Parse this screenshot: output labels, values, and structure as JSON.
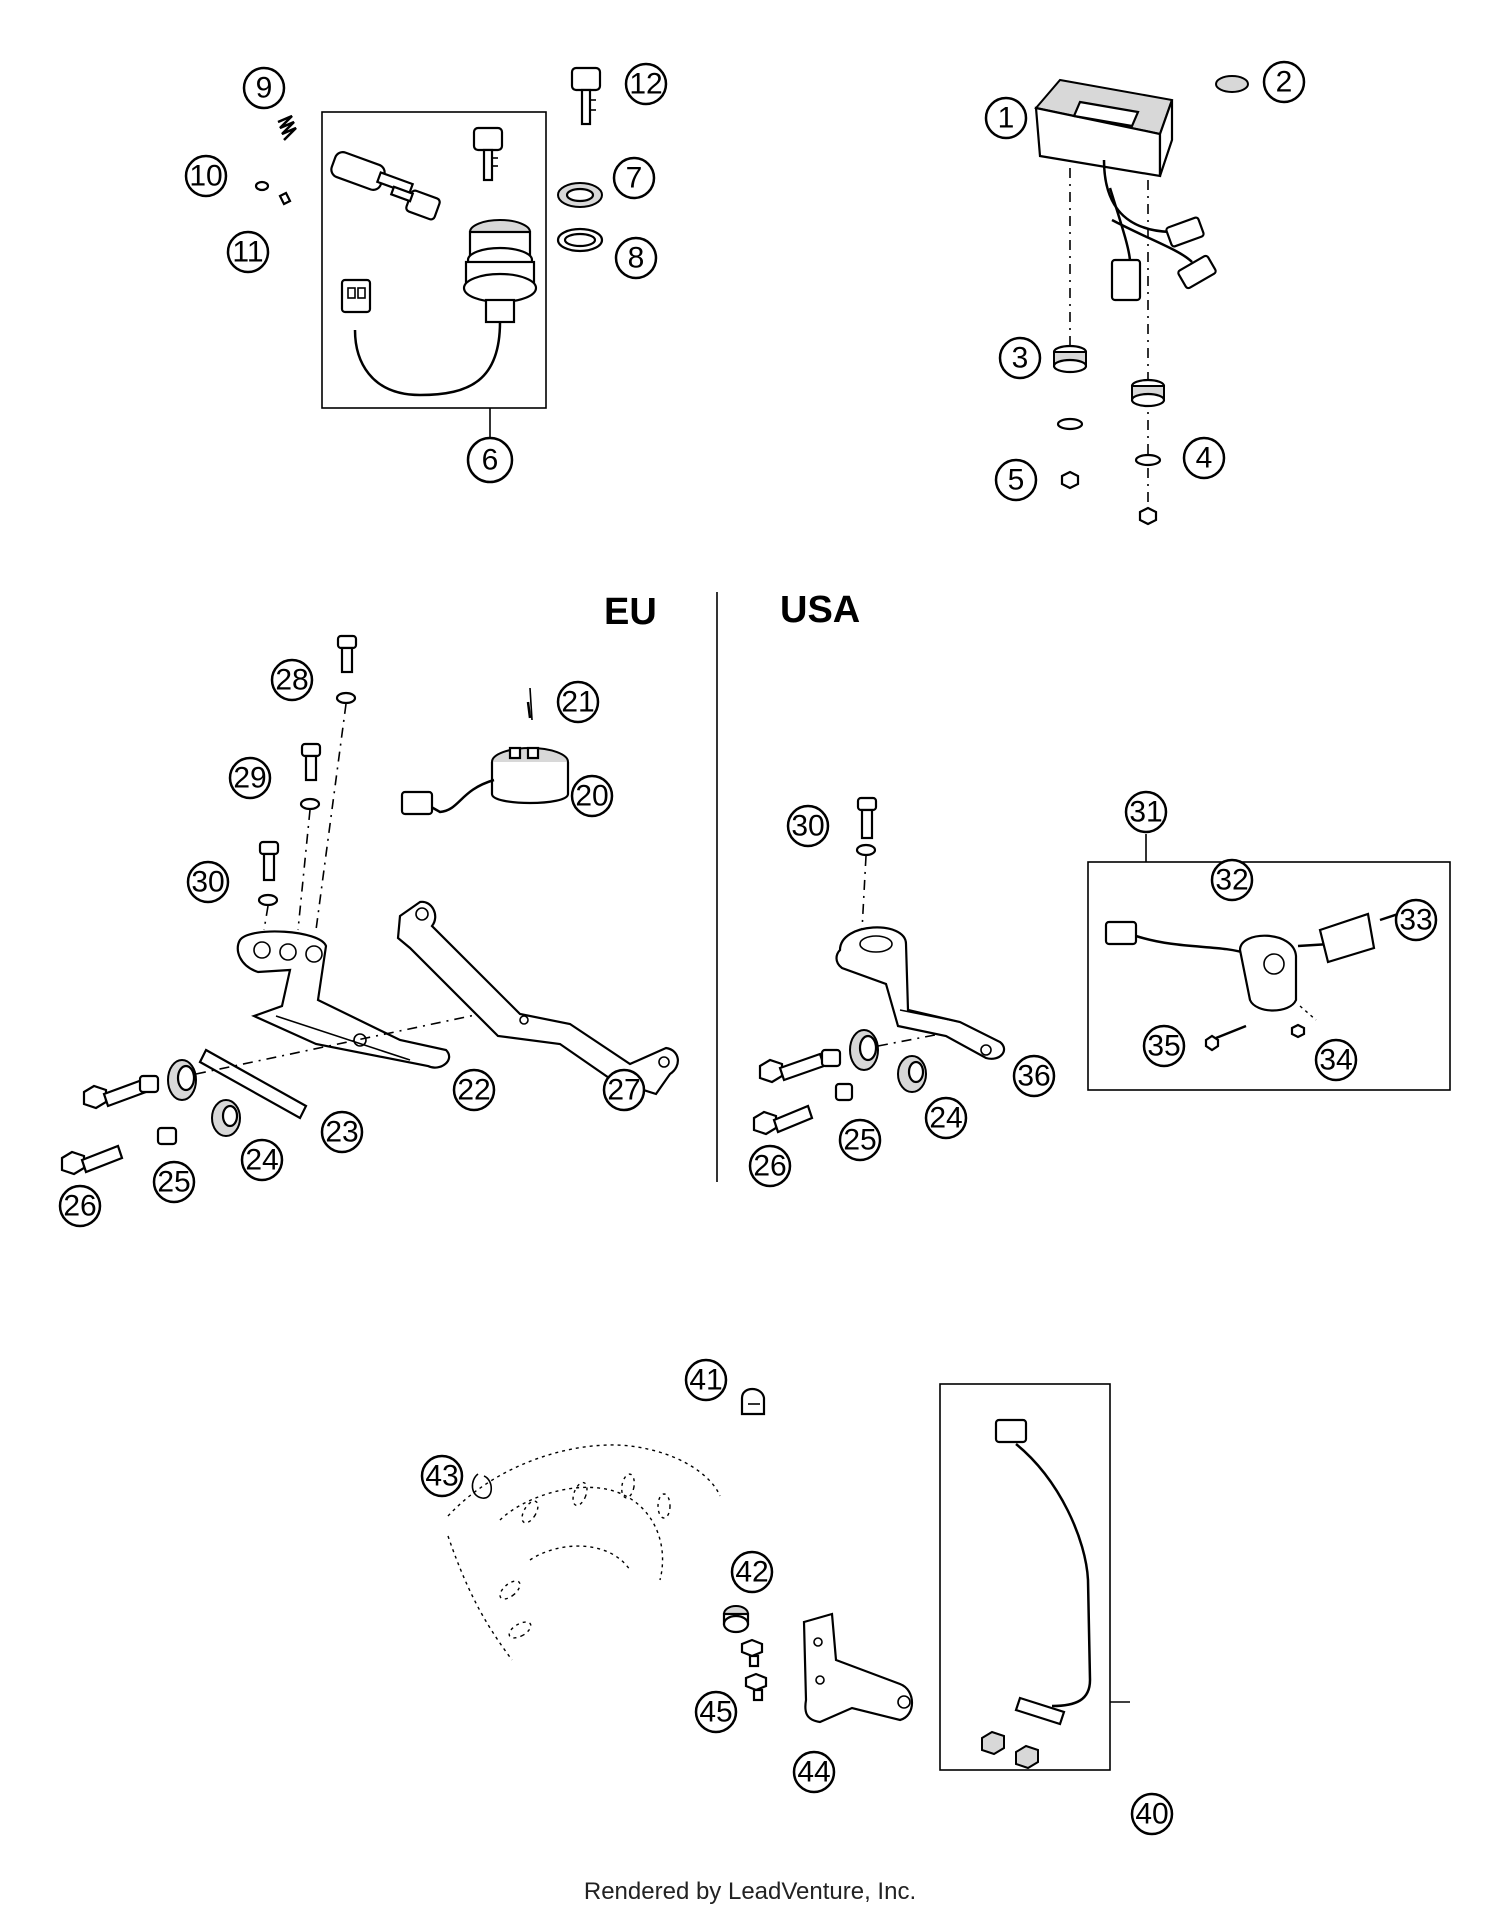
{
  "region_labels": {
    "eu": "EU",
    "usa": "USA"
  },
  "callouts": {
    "c1": "1",
    "c2": "2",
    "c3": "3",
    "c4": "4",
    "c5": "5",
    "c6": "6",
    "c7": "7",
    "c8": "8",
    "c9": "9",
    "c10": "10",
    "c11": "11",
    "c12": "12",
    "c20": "20",
    "c21": "21",
    "c22": "22",
    "c23": "23",
    "c24a": "24",
    "c24b": "24",
    "c25a": "25",
    "c25b": "25",
    "c26a": "26",
    "c26b": "26",
    "c27": "27",
    "c28": "28",
    "c29": "29",
    "c30a": "30",
    "c30b": "30",
    "c31": "31",
    "c32": "32",
    "c33": "33",
    "c34": "34",
    "c35": "35",
    "c36": "36",
    "c40": "40",
    "c41": "41",
    "c42": "42",
    "c43": "43",
    "c44": "44",
    "c45": "45"
  },
  "footer": "Rendered by LeadVenture, Inc."
}
